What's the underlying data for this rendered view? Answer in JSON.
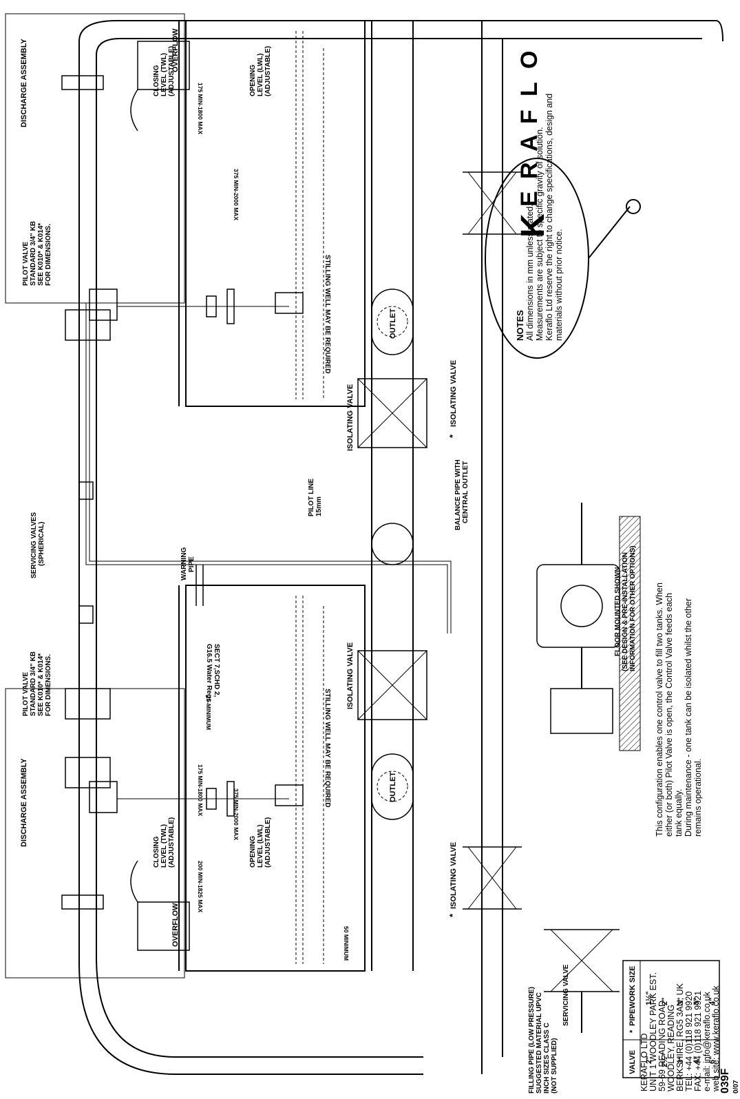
{
  "drawing": {
    "number": "039F",
    "number_sub": "0/07"
  },
  "labels": {
    "overflow": "OVERFLOW",
    "discharge_assembly": "DISCHARGE ASSEMBLY",
    "closing_level": [
      "CLOSING",
      "LEVEL (TWL)",
      "(ADJUSTABLE)"
    ],
    "opening_level": [
      "OPENING",
      "LEVEL (LWL)",
      "(ADJUSTABLE)"
    ],
    "pilot_valve": [
      "PILOT VALVE",
      "STANDARD 3/4\" KB",
      "SEE K010* & K014*",
      "FOR DIMENSIONS."
    ],
    "stilling_well": "STILLING WELL MAY BE REQUIRED",
    "outlet": "OUTLET",
    "isolating_valve": "ISOLATING VALVE",
    "servicing_valves": [
      "SERVICING VALVES",
      "(SPHERICAL)"
    ],
    "warning_pipe": [
      "WARNING",
      "PIPE"
    ],
    "pilot_line": [
      "PILOT LINE",
      "15mm"
    ],
    "balance_pipe": [
      "BALANCE PIPE WITH",
      "CENTRAL OUTLET"
    ],
    "floor_mounted": [
      "FLOOR MOUNTED SHOWN",
      "(SEE DESIGN & PRE-INSTALLATION",
      "INFORMATION FOR OTHER OPTIONS)"
    ],
    "filling_pipe": [
      "FILLING PIPE (LOW PRESSURE)",
      "SUGGESTED MATERIAL UPVC",
      "INCH SIZES CLASS C",
      "(NOT SUPPLIED)"
    ],
    "servicing_valve": "SERVICING VALVE",
    "sect7": [
      "SECT 7,SCHD 2,",
      "G16.5 Water Regs."
    ],
    "asterisk": "*"
  },
  "dimensions": {
    "d175_1800": "175 MIN-1800 MAX",
    "d375_2000": "375 MIN-2000 MAX",
    "d200_1825": "200 MIN-1825 MAX",
    "d25_min": "25 MINIMUM",
    "d50_min": "50 MINIMUM"
  },
  "notes": {
    "heading": "NOTES",
    "lines": [
      "All dimensions in mm unless stated.",
      "Measurements are subject to specific gravity of solution.",
      "Keraflo Ltd reserve the right to change specifications, design and",
      "materials without prior notice."
    ]
  },
  "description": {
    "lines": [
      "This configuration enables one control valve to fill two tanks.  When",
      "either (or both) Pilot Valve is open, the Control Valve feeds each",
      "tank equally.",
      "During maintenance - one tank can be isolated whilst the other",
      "remains operational."
    ]
  },
  "company": {
    "logo_letters": [
      "K",
      "E",
      "R",
      "A",
      "F",
      "L",
      "O"
    ],
    "lines": [
      "KERAFLO LTD",
      "UNIT 1 WOODLEY PARK EST.",
      "59-69 READING ROAD",
      "WOODLEY, READING",
      "BERKSHIRE, RG5 3AN, UK",
      "TEL: +44 (0)118 921 9920",
      "FAX: +44 (0)118 921 9921",
      "e-mail: info@keraflo.co.uk",
      "web site: www.keraflo.co.uk"
    ]
  },
  "pipework_table": {
    "headers": [
      "VALVE",
      "*",
      "PIPEWORK SIZE"
    ],
    "rows": [
      [
        "2\"",
        "1½\""
      ],
      [
        "2½\"",
        "2\""
      ],
      [
        "3\"",
        "3\""
      ],
      [
        "4\"",
        "3\""
      ],
      [
        "6\"",
        "4\""
      ]
    ]
  }
}
